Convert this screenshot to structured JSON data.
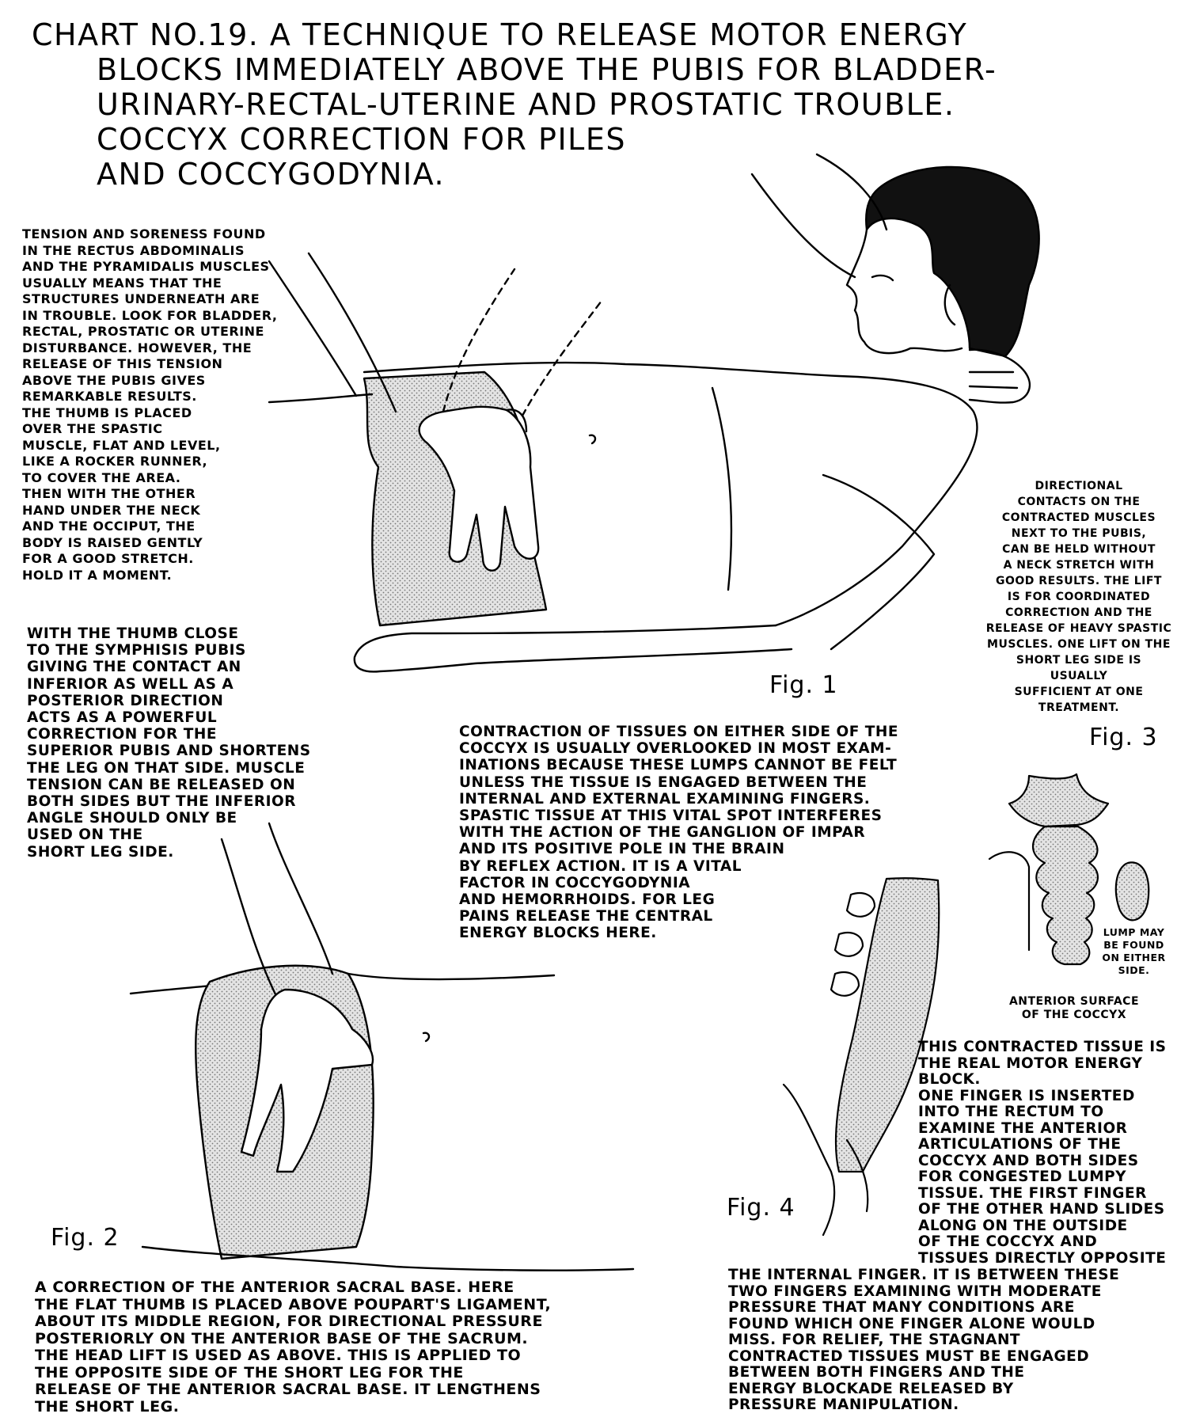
{
  "title": {
    "lines": [
      "CHART NO.19.     A TECHNIQUE TO RELEASE MOTOR ENERGY",
      "BLOCKS IMMEDIATELY ABOVE THE PUBIS FOR BLADDER-",
      "URINARY-RECTAL-UTERINE AND PROSTATIC TROUBLE.",
      "COCCYX CORRECTION FOR PILES",
      "AND COCCYGODYNIA."
    ]
  },
  "figure_labels": {
    "fig1": "Fig. 1",
    "fig2": "Fig. 2",
    "fig3": "Fig. 3",
    "fig4": "Fig. 4"
  },
  "blocks": {
    "tension": "TENSION AND SORENESS FOUND\nIN THE RECTUS ABDOMINALIS\nAND THE PYRAMIDALIS MUSCLES\nUSUALLY MEANS THAT THE\nSTRUCTURES UNDERNEATH ARE\nIN TROUBLE. LOOK FOR BLADDER,\nRECTAL, PROSTATIC OR UTERINE\nDISTURBANCE. HOWEVER, THE\nRELEASE OF THIS TENSION\nABOVE THE PUBIS GIVES\nREMARKABLE RESULTS.\nTHE THUMB IS PLACED\nOVER THE SPASTIC\nMUSCLE, FLAT AND LEVEL,\nLIKE A ROCKER RUNNER,\nTO COVER THE AREA.\nTHEN WITH THE OTHER\nHAND UNDER THE NECK\nAND THE OCCIPUT, THE\nBODY IS RAISED GENTLY\nFOR A GOOD STRETCH.\nHOLD IT A MOMENT.",
    "directional": "DIRECTIONAL\nCONTACTS ON THE\nCONTRACTED MUSCLES\nNEXT TO THE PUBIS,\nCAN BE HELD WITHOUT\nA NECK STRETCH WITH\nGOOD RESULTS. THE LIFT\nIS FOR COORDINATED\nCORRECTION AND THE\nRELEASE OF HEAVY SPASTIC\nMUSCLES. ONE LIFT ON THE\nSHORT LEG SIDE IS USUALLY\nSUFFICIENT AT ONE TREATMENT.",
    "thumb": "WITH THE THUMB CLOSE\nTO THE SYMPHISIS PUBIS\nGIVING THE CONTACT AN\nINFERIOR AS WELL AS A\nPOSTERIOR DIRECTION\nACTS AS A POWERFUL\nCORRECTION FOR THE\nSUPERIOR PUBIS AND SHORTENS\nTHE LEG ON THAT SIDE. MUSCLE\nTENSION CAN BE RELEASED ON\nBOTH SIDES BUT THE INFERIOR\nANGLE SHOULD ONLY BE\nUSED ON THE\nSHORT LEG SIDE.",
    "contraction": "CONTRACTION OF TISSUES ON EITHER SIDE OF THE\nCOCCYX IS USUALLY OVERLOOKED IN MOST EXAM-\nINATIONS BECAUSE THESE LUMPS CANNOT BE FELT\nUNLESS THE TISSUE IS ENGAGED BETWEEN THE\nINTERNAL AND EXTERNAL EXAMINING FINGERS.\nSPASTIC TISSUE AT THIS VITAL SPOT INTERFERES\nWITH THE ACTION OF THE GANGLION OF IMPAR\nAND ITS POSITIVE POLE IN THE BRAIN\nBY REFLEX ACTION. IT IS A VITAL\nFACTOR IN COCCYGODYNIA\nAND HEMORRHOIDS. FOR LEG\nPAINS RELEASE THE CENTRAL\nENERGY BLOCKS HERE.",
    "lump": "LUMP MAY\nBE FOUND\nON EITHER\nSIDE.",
    "anterior_surface": "ANTERIOR SURFACE\nOF THE COCCYX",
    "contracted_tissue": "THIS CONTRACTED TISSUE IS\nTHE REAL MOTOR ENERGY BLOCK.\nONE FINGER IS INSERTED\nINTO THE RECTUM TO\nEXAMINE THE ANTERIOR\nARTICULATIONS OF THE\nCOCCYX AND BOTH SIDES\nFOR CONGESTED LUMPY\nTISSUE. THE FIRST FINGER\nOF THE OTHER HAND SLIDES\nALONG ON THE OUTSIDE\nOF THE COCCYX AND\nTISSUES DIRECTLY OPPOSITE",
    "internal_finger": "THE INTERNAL FINGER. IT IS BETWEEN THESE\nTWO FINGERS EXAMINING WITH MODERATE\nPRESSURE THAT MANY CONDITIONS ARE\nFOUND WHICH ONE FINGER ALONE WOULD\nMISS. FOR RELIEF, THE STAGNANT\nCONTRACTED TISSUES MUST BE ENGAGED\nBETWEEN BOTH FINGERS AND THE\nENERGY BLOCKADE RELEASED BY\nPRESSURE MANIPULATION.",
    "sacral": "A CORRECTION OF THE ANTERIOR SACRAL BASE. HERE\nTHE FLAT THUMB IS PLACED ABOVE POUPART'S LIGAMENT,\nABOUT ITS MIDDLE REGION, FOR DIRECTIONAL PRESSURE\nPOSTERIORLY ON THE ANTERIOR BASE OF THE SACRUM.\nTHE HEAD LIFT IS USED AS ABOVE. THIS IS APPLIED TO\nTHE OPPOSITE SIDE OF THE SHORT LEG FOR THE\nRELEASE OF THE ANTERIOR SACRAL BASE. IT LENGTHENS\nTHE SHORT LEG."
  }
}
